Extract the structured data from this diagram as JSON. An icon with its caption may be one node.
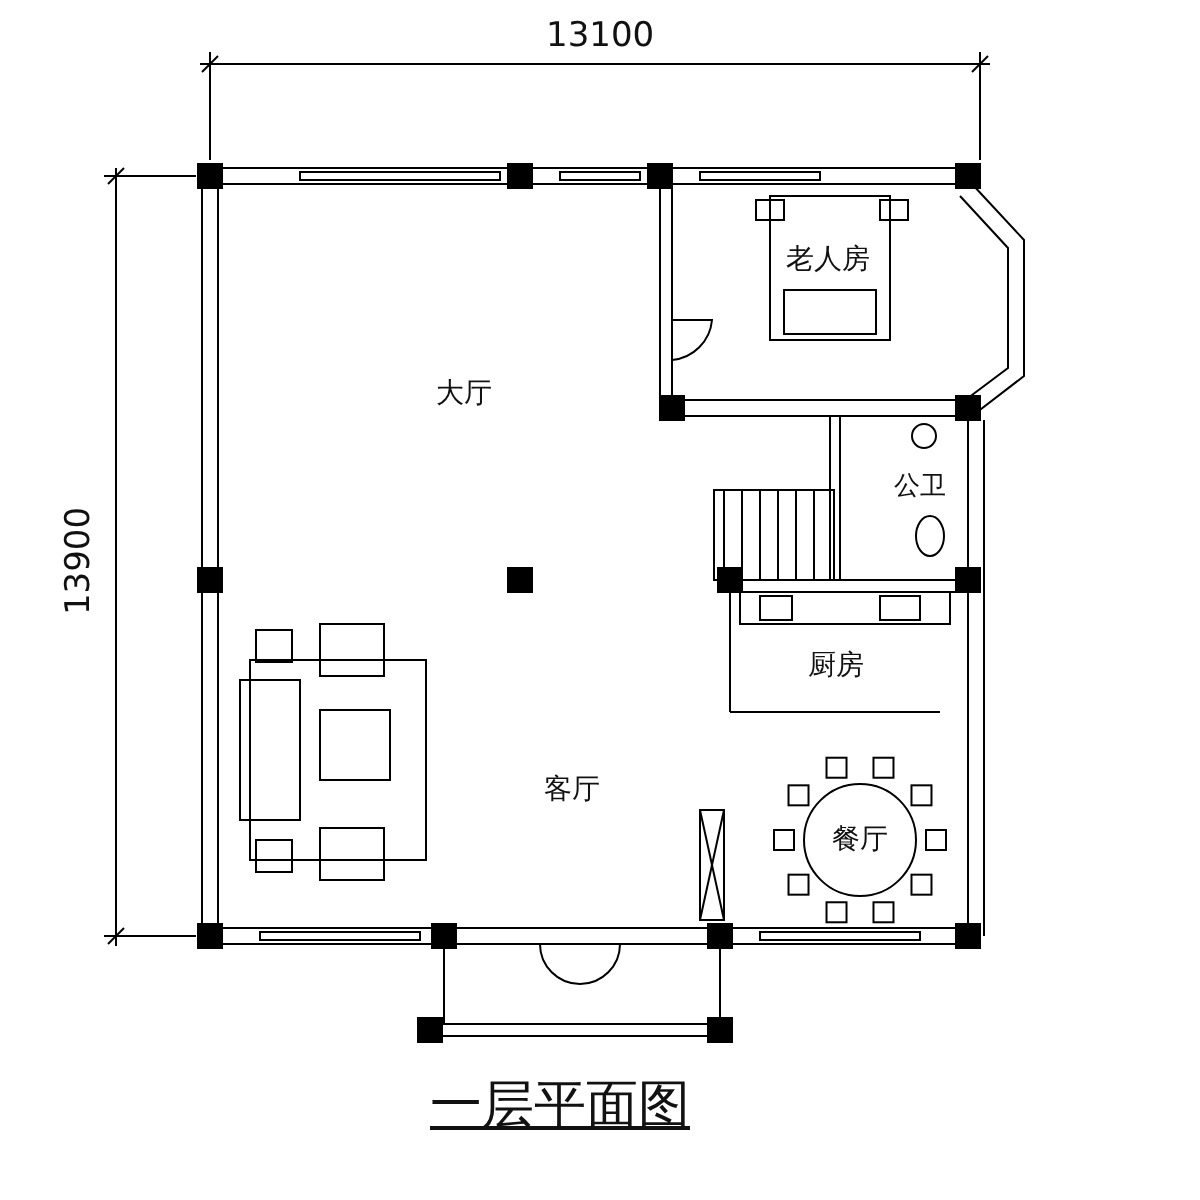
{
  "diagram": {
    "title": "一层平面图",
    "labels": [
      "13100",
      "13900",
      "大厅",
      "老人房",
      "公卫",
      "厨房",
      "客厅",
      "餐厅"
    ]
  }
}
